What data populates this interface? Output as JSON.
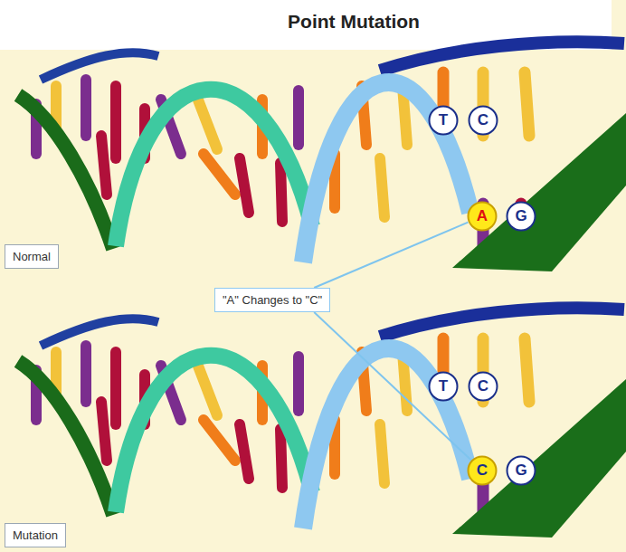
{
  "diagram": {
    "title": "Point Mutation",
    "nodes": [
      {
        "text": [
          "T"
        ]
      },
      {
        "text": [
          "C"
        ]
      },
      {
        "text": [
          "A"
        ]
      },
      {
        "text": [
          "G"
        ]
      },
      {
        "text": [
          "Normal"
        ]
      },
      {
        "text": [
          "\"A\" Changes to \"C\""
        ]
      },
      {
        "text": [
          "T"
        ]
      },
      {
        "text": [
          "C"
        ]
      },
      {
        "text": [
          "C"
        ]
      },
      {
        "text": [
          "G"
        ]
      },
      {
        "text": [
          "Mutation"
        ]
      }
    ],
    "edges": [
      {
        "from": 5,
        "to": 2,
        "arrow": "none"
      },
      {
        "from": 5,
        "to": 8,
        "arrow": "none"
      }
    ]
  }
}
